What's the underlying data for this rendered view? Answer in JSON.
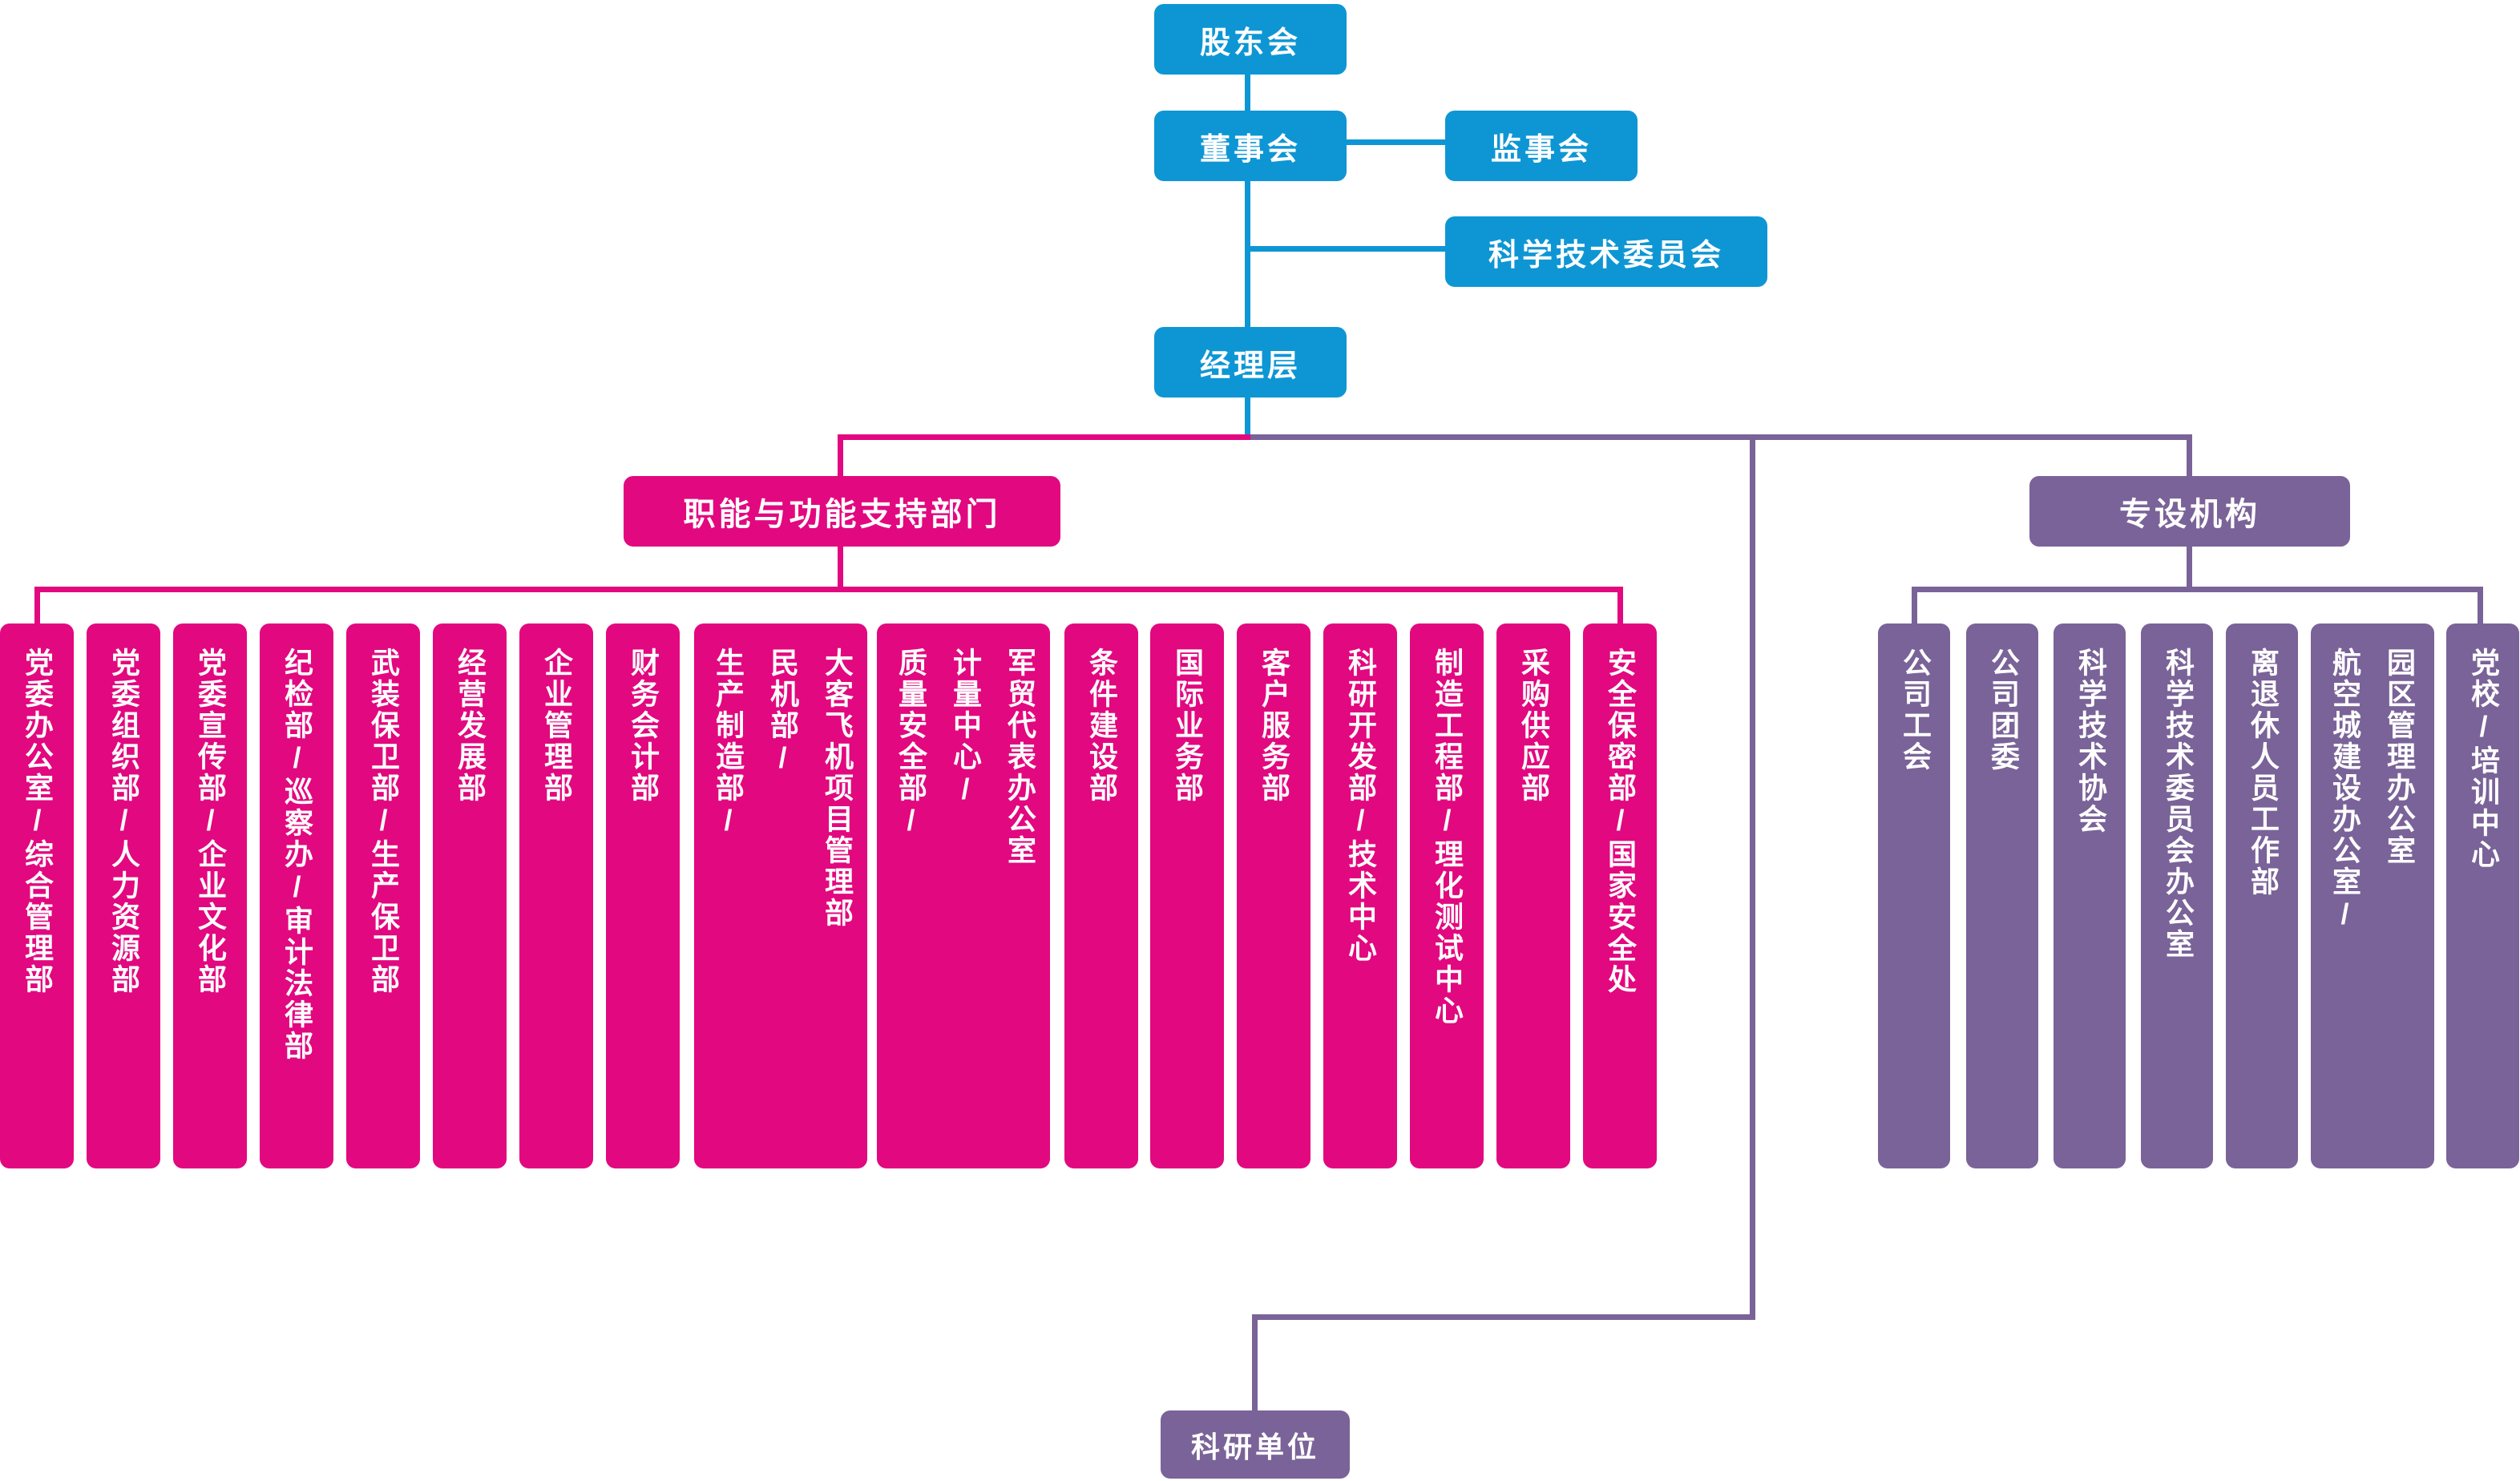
{
  "palette": {
    "blue": "#0E96D4",
    "pink": "#E2087F",
    "purple": "#7A6398",
    "text": "#FFFFFF",
    "background": "#FFFFFF"
  },
  "governance": {
    "shareholders_label": "股东会",
    "board_label": "董事会",
    "supervisory_label": "监事会",
    "sci_tech_committee_label": "科学技术委员会",
    "management_label": "经理层"
  },
  "functional": {
    "header_label": "职能与功能支持部门",
    "departments": [
      {
        "label": "党委办公室/综合管理部"
      },
      {
        "label": "党委组织部/人力资源部"
      },
      {
        "label": "党委宣传部/企业文化部"
      },
      {
        "label": "纪检部/巡察办/审计法律部"
      },
      {
        "label": "武装保卫部/生产保卫部"
      },
      {
        "label": "经营发展部"
      },
      {
        "label": "企业管理部"
      },
      {
        "label": "财务会计部"
      },
      {
        "label": "生产制造部/\n民机部/\n大客飞机项目管理部"
      },
      {
        "label": "质量安全部/\n计量中心/\n军贸代表办公室"
      },
      {
        "label": "条件建设部"
      },
      {
        "label": "国际业务部"
      },
      {
        "label": "客户服务部"
      },
      {
        "label": "科研开发部/技术中心"
      },
      {
        "label": "制造工程部/理化测试中心"
      },
      {
        "label": "采购供应部"
      },
      {
        "label": "安全保密部/国家安全处"
      }
    ]
  },
  "special": {
    "header_label": "专设机构",
    "organs": [
      {
        "label": "公司工会"
      },
      {
        "label": "公司团委"
      },
      {
        "label": "科学技术协会"
      },
      {
        "label": "科学技术委员会办公室"
      },
      {
        "label": "离退休人员工作部"
      },
      {
        "label": "航空城建设办公室/\n园区管理办公室"
      },
      {
        "label": "党校/培训中心"
      }
    ]
  },
  "research_unit_label": "科研单位"
}
